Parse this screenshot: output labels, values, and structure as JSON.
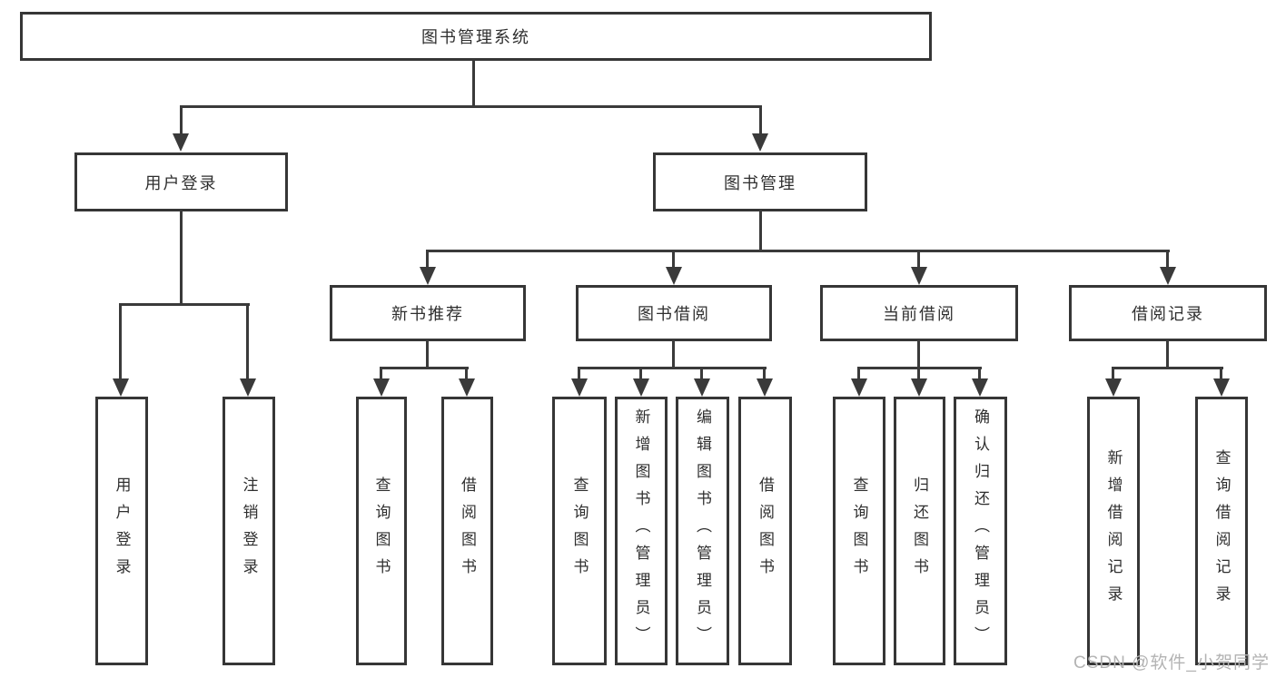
{
  "colors": {
    "line": "#3a3a3a",
    "box_border": "#363636",
    "text": "#2f2f2f",
    "watermark": "#b3b3b3",
    "background": "#ffffff"
  },
  "tree": {
    "label": "图书管理系统",
    "children": [
      {
        "label": "用户登录",
        "children": [
          {
            "label": "用户登录"
          },
          {
            "label": "注销登录"
          }
        ]
      },
      {
        "label": "图书管理",
        "children": [
          {
            "label": "新书推荐",
            "children": [
              {
                "label": "查询图书"
              },
              {
                "label": "借阅图书"
              }
            ]
          },
          {
            "label": "图书借阅",
            "children": [
              {
                "label": "查询图书"
              },
              {
                "label": "新增图书（管理员）"
              },
              {
                "label": "编辑图书（管理员）"
              },
              {
                "label": "借阅图书"
              }
            ]
          },
          {
            "label": "当前借阅",
            "children": [
              {
                "label": "查询图书"
              },
              {
                "label": "归还图书"
              },
              {
                "label": "确认归还（管理员）"
              }
            ]
          },
          {
            "label": "借阅记录",
            "children": [
              {
                "label": "新增借阅记录"
              },
              {
                "label": "查询借阅记录"
              }
            ]
          }
        ]
      }
    ]
  },
  "watermark": {
    "text": "CSDN @软件_小贺同学"
  }
}
